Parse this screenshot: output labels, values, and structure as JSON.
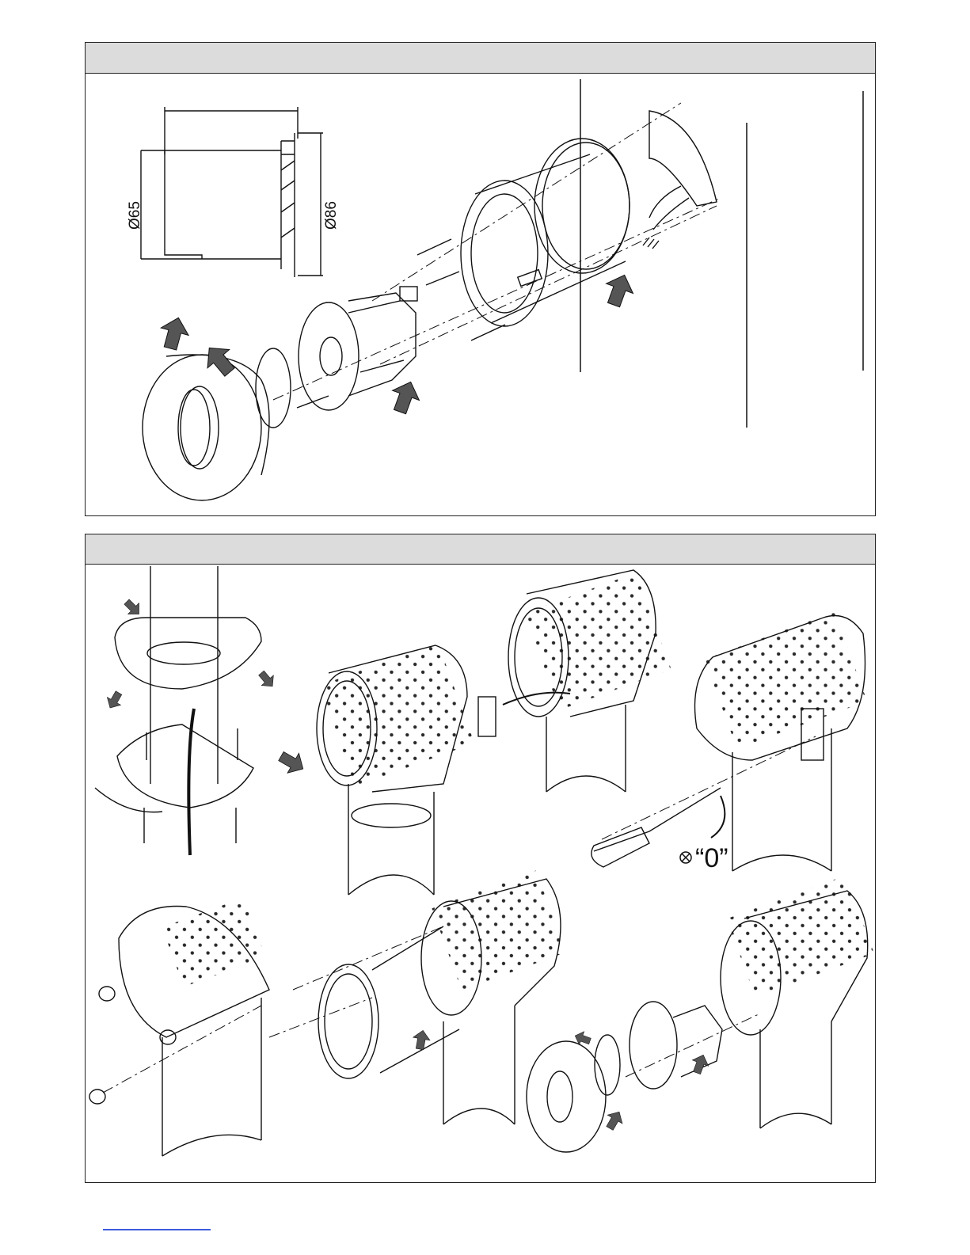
{
  "figure": {
    "diameter_inner": "Ø65",
    "diameter_outer": "Ø86",
    "screw_size": "“0”"
  },
  "colors": {
    "line": "#111111",
    "header_fill": "#dcdcdc",
    "arrow_fill": "#555555",
    "link_underline": "#3b5bdb"
  }
}
